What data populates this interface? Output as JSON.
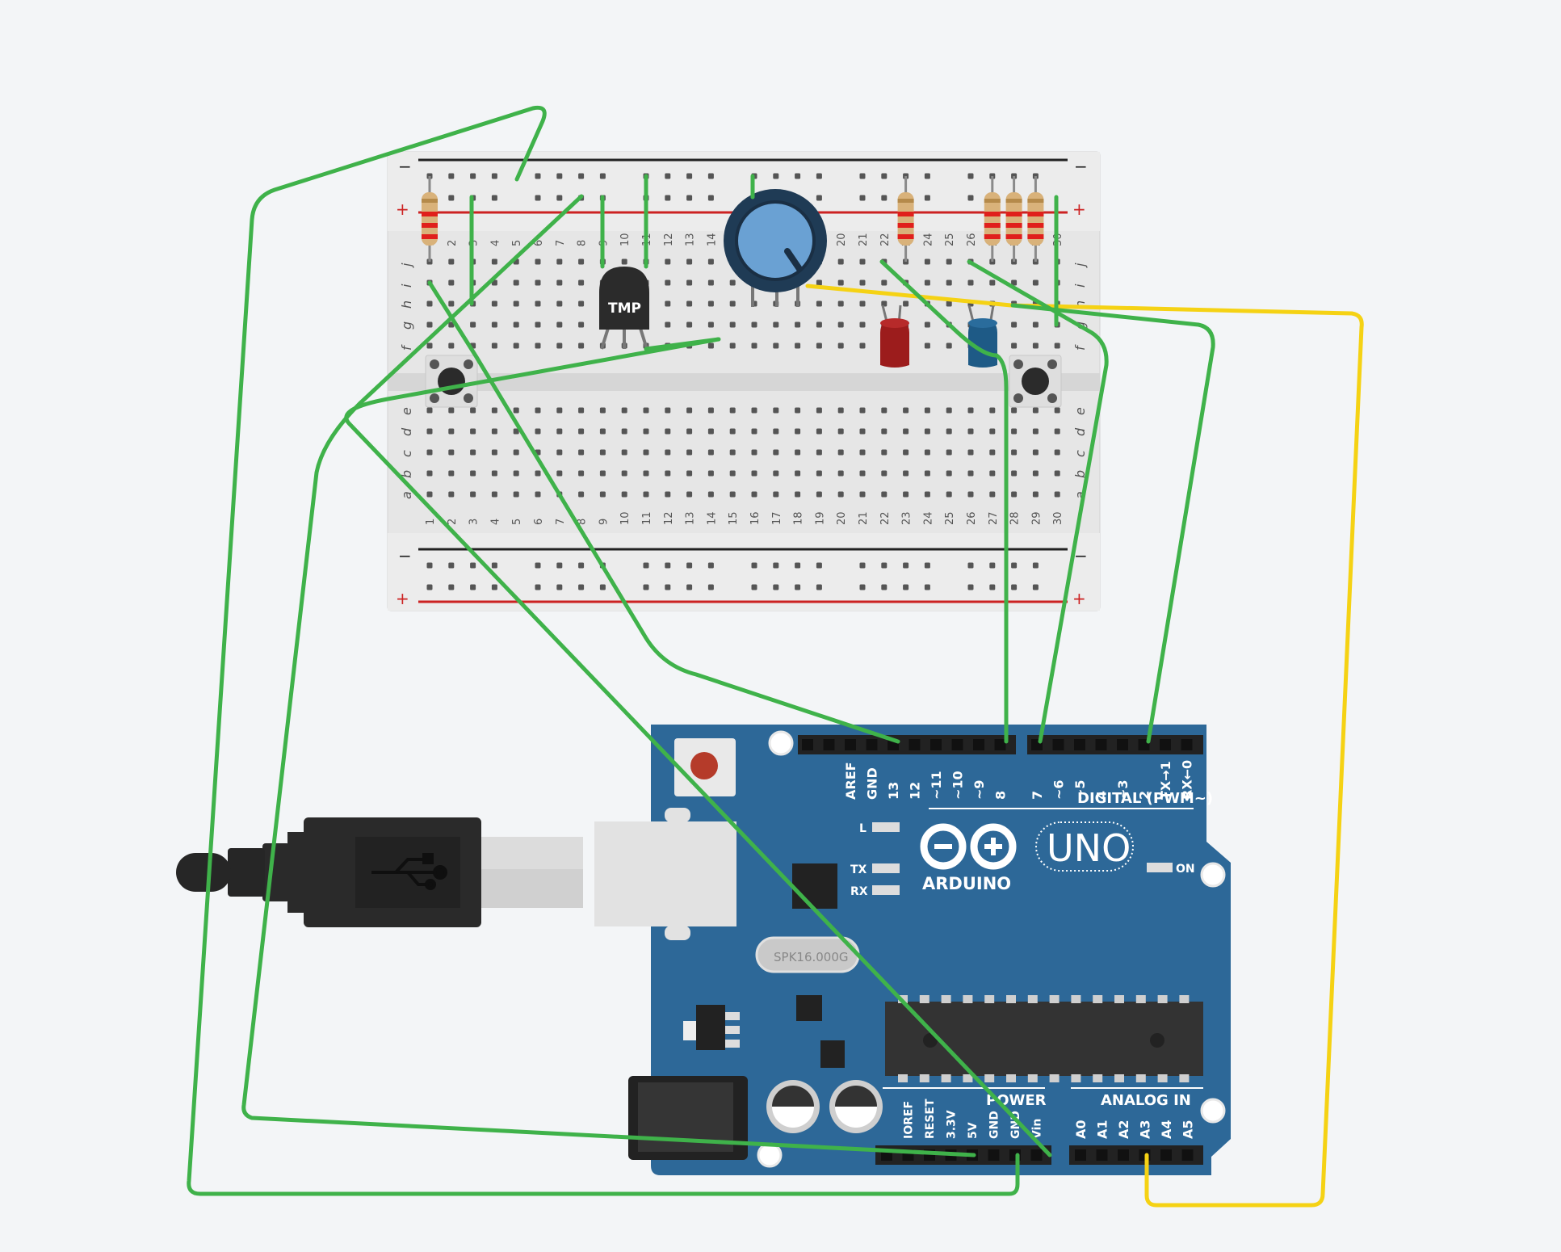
{
  "breadboard": {
    "columns": [
      "1",
      "2",
      "3",
      "4",
      "5",
      "6",
      "7",
      "8",
      "9",
      "10",
      "11",
      "12",
      "13",
      "14",
      "15",
      "16",
      "17",
      "18",
      "19",
      "20",
      "21",
      "22",
      "23",
      "24",
      "25",
      "26",
      "27",
      "28",
      "29",
      "30"
    ],
    "rows_top": [
      "j",
      "i",
      "h",
      "g",
      "f"
    ],
    "rows_bottom": [
      "e",
      "d",
      "c",
      "b",
      "a"
    ],
    "rail_minus": "−",
    "rail_plus": "+"
  },
  "components": {
    "temp_sensor_label": "TMP"
  },
  "arduino": {
    "logo_text": "ARDUINO",
    "model": "UNO",
    "crystal": "SPK16.000G",
    "led_l": "L",
    "led_tx": "TX",
    "led_rx": "RX",
    "led_on": "ON",
    "digital_title": "DIGITAL (PWM~)",
    "digital_pins": [
      "AREF",
      "GND",
      "13",
      "12",
      "~11",
      "~10",
      "~9",
      "8",
      "7",
      "~6",
      "~5",
      "4",
      "~3",
      "2",
      "TX→1",
      "RX←0"
    ],
    "power_title": "POWER",
    "power_pins": [
      "IOREF",
      "RESET",
      "3.3V",
      "5V",
      "GND",
      "GND",
      "Vin"
    ],
    "analog_title": "ANALOG IN",
    "analog_pins": [
      "A0",
      "A1",
      "A2",
      "A3",
      "A4",
      "A5"
    ]
  },
  "colors": {
    "wire_green": "#3fb24a",
    "wire_yellow": "#f5d214",
    "board_blue": "#2d6898",
    "breadboard": "#e6e6e6"
  }
}
